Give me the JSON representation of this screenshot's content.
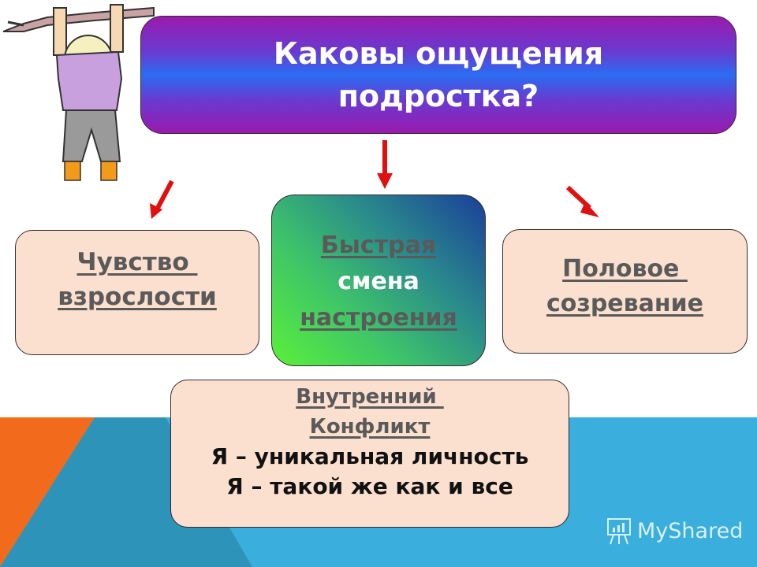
{
  "title": {
    "line1": "Каковы ощущения",
    "line2": "подростка?"
  },
  "boxes": {
    "left": {
      "line1": "Чувство ",
      "line2": "взрослости"
    },
    "middle": {
      "line1": "Быстрая",
      "line2": "смена",
      "line3": "настроения"
    },
    "right": {
      "line1": "Половое ",
      "line2": "созревание"
    },
    "bottom": {
      "heading1": "Внутренний ",
      "heading2": "Конфликт",
      "line1": "Я – уникальная личность",
      "line2": "Я – такой же как и все"
    }
  },
  "colors": {
    "title_gradient": [
      "#9a1aae",
      "#2a6cf2"
    ],
    "peach": "#fbe0cf",
    "arrow": "#e01010",
    "mid_gradient": [
      "#5af03a",
      "#1a3f9a"
    ],
    "bg_orange": "#f26b1d",
    "bg_blue": "#3aaedc"
  },
  "watermark": {
    "text": "MyShared"
  },
  "illustration": {
    "subject": "girl hanging from a branch"
  }
}
